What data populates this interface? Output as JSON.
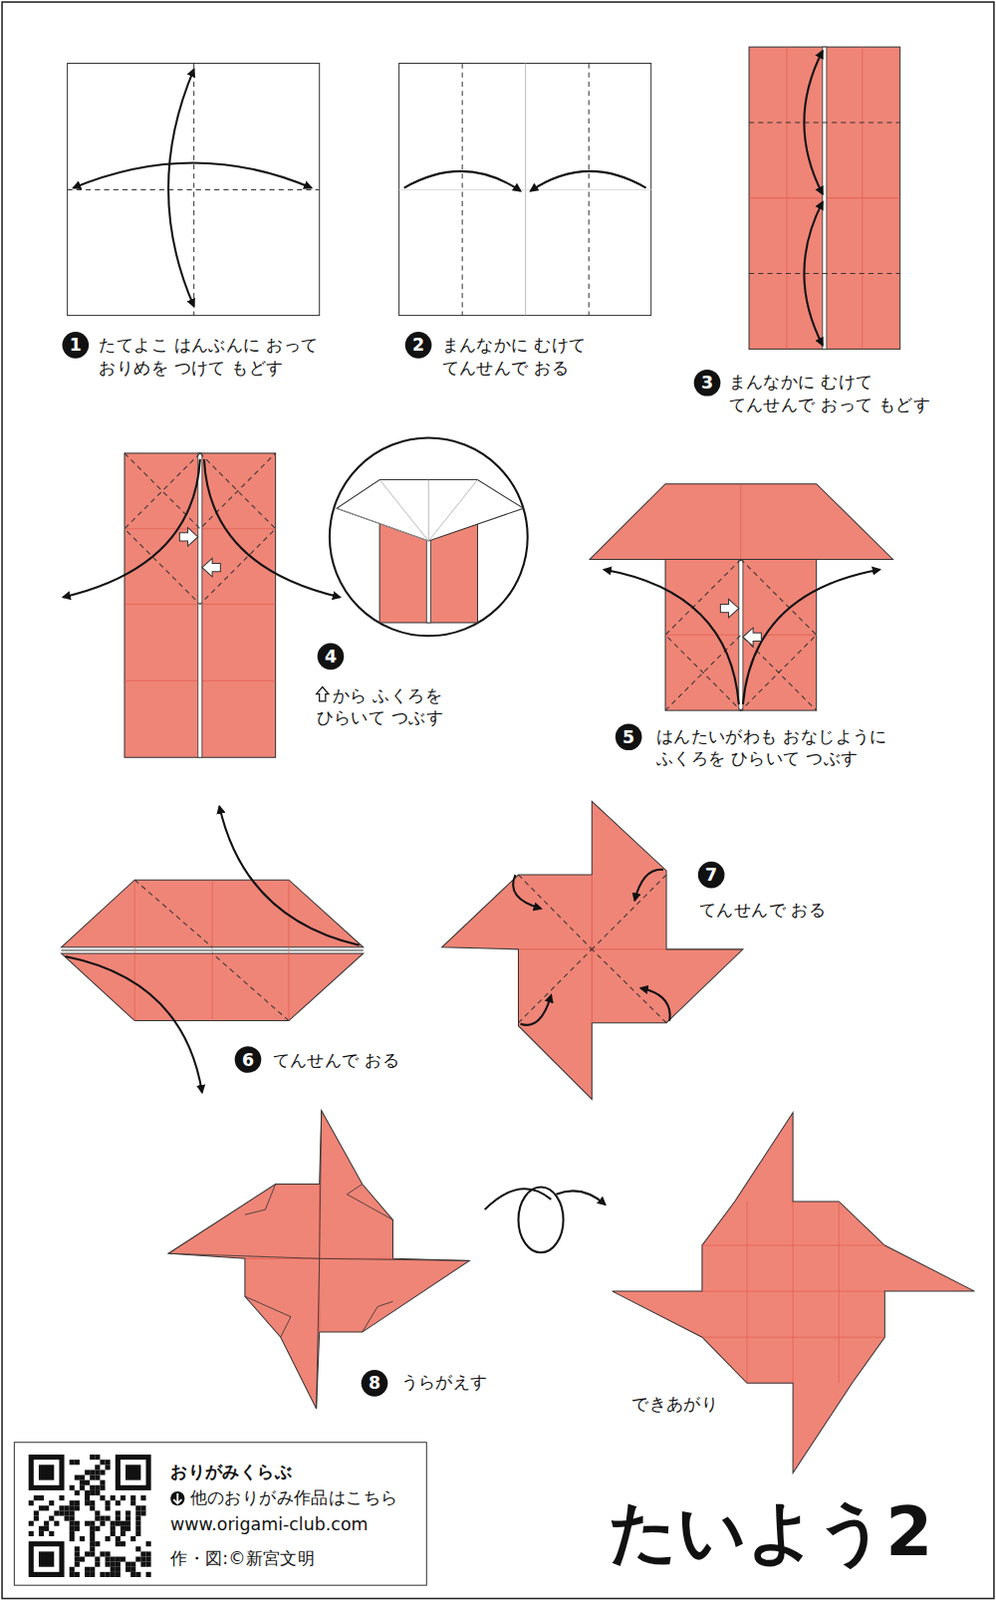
{
  "diagram": {
    "title": "たいよう2",
    "labels": [
      "1",
      "たてよこ はんぶんに おって おりめを つけて もどす",
      "2",
      "まんなかに むけて てんせんで おる",
      "3",
      "まんなかに むけて てんせんで おって もどす",
      "4",
      "から ふくろを ひらいて つぶす",
      "5",
      "はんたいがわも おなじように ふくろを ひらいて つぶす",
      "6",
      "てんせんで おる",
      "7",
      "てんせんで おる",
      "8",
      "うらがえす",
      "できあがり",
      "おりがみくらぶ",
      "他のおりがみ作品はこちら",
      "www.origami-club.com",
      "作・図:©新宮文明"
    ]
  }
}
